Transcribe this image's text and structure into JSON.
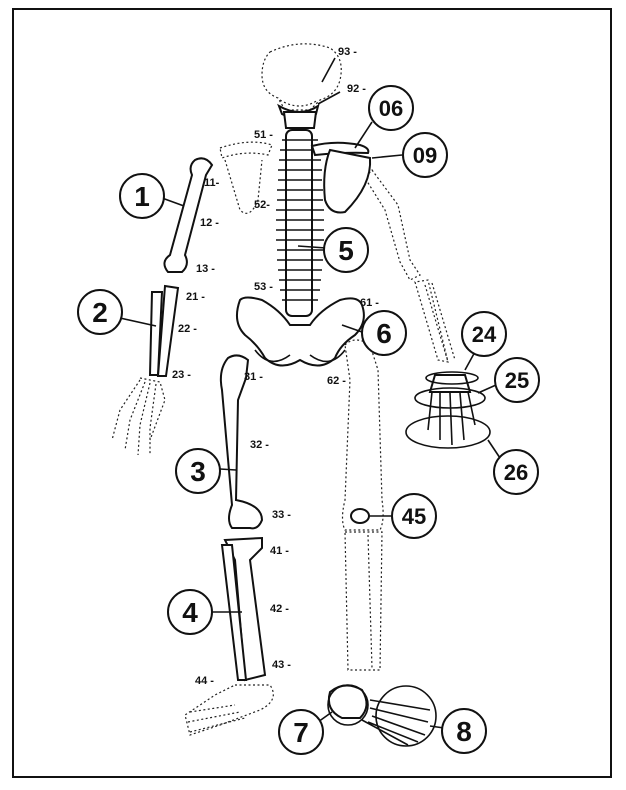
{
  "diagram": {
    "small_labels": [
      {
        "id": "l93",
        "text": "93 -"
      },
      {
        "id": "l92",
        "text": "92 -"
      },
      {
        "id": "l51",
        "text": "51 -"
      },
      {
        "id": "l11",
        "text": "11-"
      },
      {
        "id": "l12",
        "text": "12 -"
      },
      {
        "id": "l52",
        "text": "52-"
      },
      {
        "id": "l13",
        "text": "13 -"
      },
      {
        "id": "l53",
        "text": "53 -"
      },
      {
        "id": "l61",
        "text": "61 -"
      },
      {
        "id": "l21",
        "text": "21 -"
      },
      {
        "id": "l22",
        "text": "22 -"
      },
      {
        "id": "l23",
        "text": "23 -"
      },
      {
        "id": "l31",
        "text": "31 -"
      },
      {
        "id": "l62",
        "text": "62 -"
      },
      {
        "id": "l32",
        "text": "32 -"
      },
      {
        "id": "l33",
        "text": "33 -"
      },
      {
        "id": "l41",
        "text": "41 -"
      },
      {
        "id": "l42",
        "text": "42 -"
      },
      {
        "id": "l43",
        "text": "43 -"
      },
      {
        "id": "l44",
        "text": "44 -"
      }
    ],
    "circle_labels": [
      {
        "id": "c06",
        "text": "06"
      },
      {
        "id": "c09",
        "text": "09"
      },
      {
        "id": "c1",
        "text": "1"
      },
      {
        "id": "c5",
        "text": "5"
      },
      {
        "id": "c2",
        "text": "2"
      },
      {
        "id": "c6",
        "text": "6"
      },
      {
        "id": "c24",
        "text": "24"
      },
      {
        "id": "c25",
        "text": "25"
      },
      {
        "id": "c26",
        "text": "26"
      },
      {
        "id": "c3",
        "text": "3"
      },
      {
        "id": "c45",
        "text": "45"
      },
      {
        "id": "c4",
        "text": "4"
      },
      {
        "id": "c7",
        "text": "7"
      },
      {
        "id": "c8",
        "text": "8"
      }
    ]
  }
}
